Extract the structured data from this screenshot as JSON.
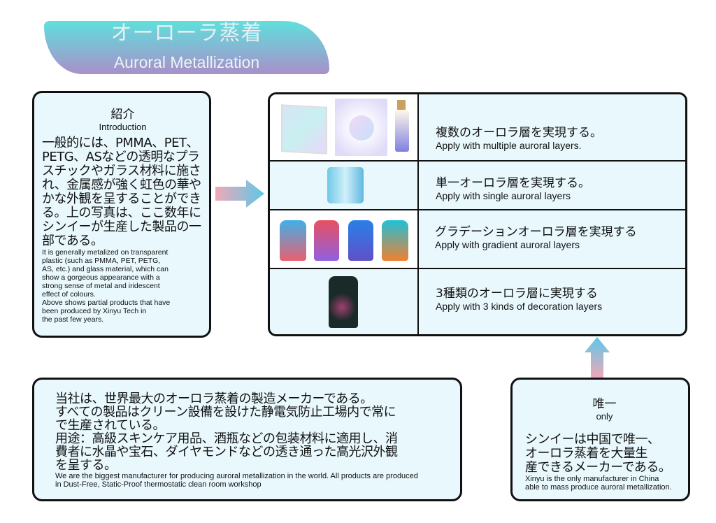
{
  "title": {
    "jp": "オーローラ蒸着",
    "en": "Auroral Metallization"
  },
  "intro": {
    "heading_jp": "紹介",
    "heading_en": "Introduction",
    "body_jp": "一般的には、PMMA、PET、PETG、ASなどの透明なプラスチックやガラス材料に施され、金属感が強く虹色の華やかな外観を呈することができる。上の写真は、ここ数年にシンイーが生産した製品の一部である。",
    "body_en_lines": [
      "It is generally metalized on transparent",
      "plastic (such as PMMA, PET, PETG,",
      "AS, etc.) and glass material, which can",
      "show a gorgeous appearance with a",
      "strong sense of metal and iridescent",
      "effect of colours.",
      "Above shows partial products that have",
      "been produced by Xinyu Tech in",
      "the past few years."
    ]
  },
  "rows": [
    {
      "jp": "複数のオーロラ層を実現する。",
      "en": "Apply with multiple auroral layers.",
      "image": "multi-layer-products"
    },
    {
      "jp": "単一オーロラ層を実現する。",
      "en": "Apply with single auroral layers",
      "image": "single-layer-jar"
    },
    {
      "jp": "グラデーションオーロラ層を実現する",
      "en": "Apply with gradient auroral layers",
      "image": "gradient-bottles"
    },
    {
      "jp": "3種類のオーロラ層に実現する",
      "en": "Apply with 3 kinds of decoration layers",
      "image": "decorated-bottle"
    }
  ],
  "company": {
    "body_jp_lines": [
      "当社は、世界最大のオーロラ蒸着の製造メーカーである。",
      "すべての製品はクリーン設備を設けた静電気防止工場内で常に",
      "で生産されている。",
      "用途：高級スキンケア用品、酒瓶などの包装材料に適用し、消",
      "費者に水晶や宝石、ダイヤモンドなどの透き通った高光沢外観",
      "を呈する。"
    ],
    "body_en_lines": [
      "We are the biggest manufacturer for producing auroral metallization in the world. All products are produced",
      "in Dust-Free, Static-Proof thermostatic clean room workshop"
    ]
  },
  "only": {
    "heading_jp": "唯一",
    "heading_en": "only",
    "body_jp_lines": [
      "シンイーは中国で唯一、",
      "オーロラ蒸着を大量生",
      "産できるメーカーである。"
    ],
    "body_en_lines": [
      "Xinyu is the only manufacturer in China",
      "able to mass produce auroral metallization."
    ]
  },
  "colors": {
    "banner_top": "#5fe0dc",
    "banner_bottom": "#a98fca",
    "panel_bg": "#e8f8fd",
    "arrow_start": "#f0a8b8",
    "arrow_end": "#5cc8e8"
  }
}
